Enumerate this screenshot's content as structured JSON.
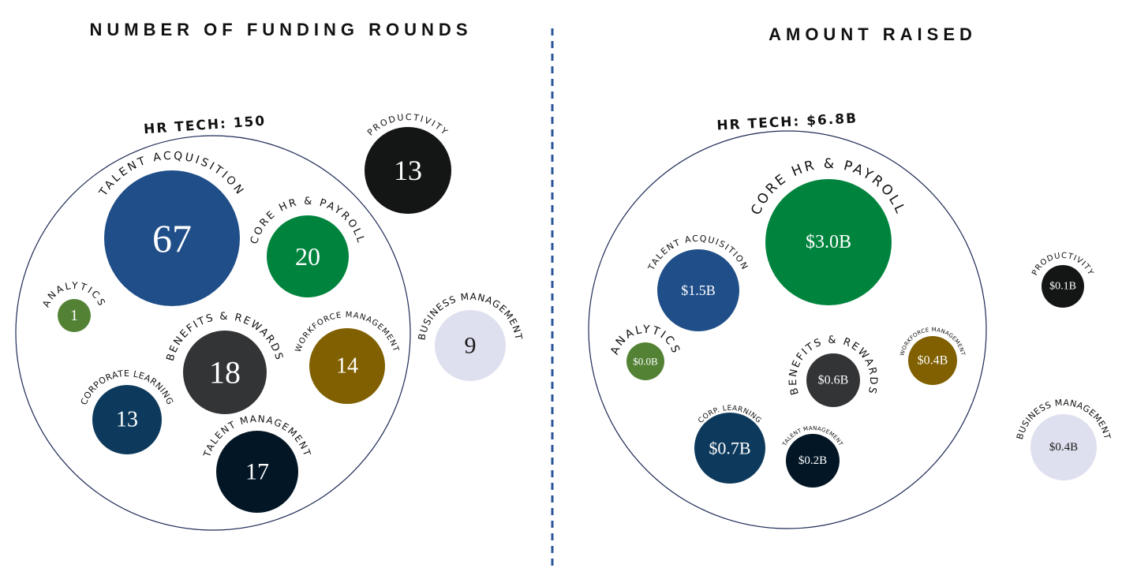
{
  "chart_data": [
    {
      "type": "bubble",
      "title": "NUMBER OF FUNDING ROUNDS",
      "group": {
        "label": "HR TECH: 150",
        "total": 150
      },
      "bubbles": [
        {
          "name": "TALENT ACQUISITION",
          "value": 67,
          "label": "67",
          "color": "#1f4e89",
          "in_group": true
        },
        {
          "name": "CORE HR & PAYROLL",
          "value": 20,
          "label": "20",
          "color": "#00843d",
          "in_group": true
        },
        {
          "name": "ANALYTICS",
          "value": 1,
          "label": "1",
          "color": "#548235",
          "in_group": true
        },
        {
          "name": "BENEFITS & REWARDS",
          "value": 18,
          "label": "18",
          "color": "#333436",
          "in_group": true
        },
        {
          "name": "WORKFORCE MANAGEMENT",
          "value": 14,
          "label": "14",
          "color": "#806000",
          "in_group": true
        },
        {
          "name": "CORPORATE LEARNING",
          "value": 13,
          "label": "13",
          "color": "#0d3a5c",
          "in_group": true
        },
        {
          "name": "TALENT MANAGEMENT",
          "value": 17,
          "label": "17",
          "color": "#021626",
          "in_group": true
        },
        {
          "name": "PRODUCTIVITY",
          "value": 13,
          "label": "13",
          "color": "#141615",
          "in_group": false
        },
        {
          "name": "BUSINESS MANAGEMENT",
          "value": 9,
          "label": "9",
          "color": "#dfe0ef",
          "in_group": false
        }
      ]
    },
    {
      "type": "bubble",
      "title": "AMOUNT RAISED",
      "units": "$B",
      "group": {
        "label": "HR TECH: $6.8B",
        "total": 6.8
      },
      "bubbles": [
        {
          "name": "CORE HR & PAYROLL",
          "value": 3.0,
          "label": "$3.0B",
          "color": "#00843d",
          "in_group": true
        },
        {
          "name": "TALENT ACQUISITION",
          "value": 1.5,
          "label": "$1.5B",
          "color": "#1f4e89",
          "in_group": true
        },
        {
          "name": "ANALYTICS",
          "value": 0.0,
          "label": "$0.0B",
          "color": "#548235",
          "in_group": true
        },
        {
          "name": "BENEFITS & REWARDS",
          "value": 0.6,
          "label": "$0.6B",
          "color": "#333436",
          "in_group": true
        },
        {
          "name": "WORKFORCE MANAGEMENT",
          "value": 0.4,
          "label": "$0.4B",
          "color": "#806000",
          "in_group": true
        },
        {
          "name": "CORP. LEARNING",
          "value": 0.7,
          "label": "$0.7B",
          "color": "#0d3a5c",
          "in_group": true
        },
        {
          "name": "TALENT MANAGEMENT",
          "value": 0.2,
          "label": "$0.2B",
          "color": "#021626",
          "in_group": true
        },
        {
          "name": "PRODUCTIVITY",
          "value": 0.1,
          "label": "$0.1B",
          "color": "#141615",
          "in_group": false
        },
        {
          "name": "BUSINESS MANAGEMENT",
          "value": 0.4,
          "label": "$0.4B",
          "color": "#dfe0ef",
          "in_group": false
        }
      ]
    }
  ],
  "colors": {
    "group_outline": "#1e2a55",
    "divider": "#2a5599",
    "light_value_text": "#1a1a1a",
    "dark_value_text": "#ffffff"
  }
}
